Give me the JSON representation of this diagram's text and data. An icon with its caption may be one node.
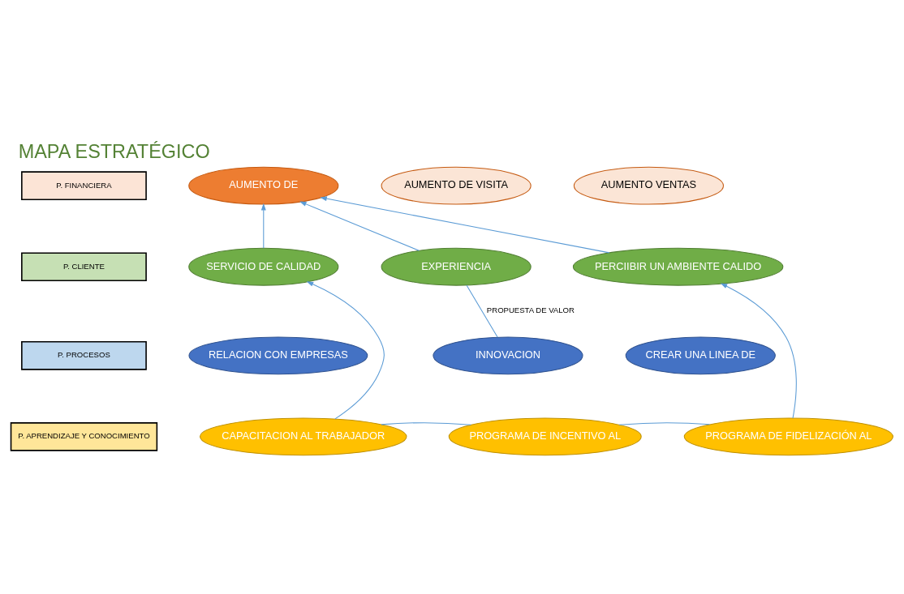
{
  "diagram": {
    "title": "MAPA ESTRATÉGICO",
    "nodes": [
      {
        "text": [
          "P. FINANCIERA"
        ]
      },
      {
        "text": [
          "AUMENTO DE"
        ]
      },
      {
        "text": [
          "AUMENTO DE VISITA"
        ]
      },
      {
        "text": [
          "AUMENTO VENTAS"
        ]
      },
      {
        "text": [
          "P. CLIENTE"
        ]
      },
      {
        "text": [
          "SERVICIO DE CALIDAD"
        ]
      },
      {
        "text": [
          "EXPERIENCIA"
        ]
      },
      {
        "text": [
          "PERCIIBIR UN AMBIENTE CALIDO"
        ]
      },
      {
        "text": [
          "P. PROCESOS"
        ]
      },
      {
        "text": [
          "RELACION CON EMPRESAS"
        ]
      },
      {
        "text": [
          "INNOVACION"
        ]
      },
      {
        "text": [
          "CREAR UNA LINEA DE"
        ]
      },
      {
        "text": [
          "P. APRENDIZAJE Y CONOCIMIENTO"
        ]
      },
      {
        "text": [
          "CAPACITACION AL TRABAJADOR"
        ]
      },
      {
        "text": [
          "PROGRAMA DE INCENTIVO AL"
        ]
      },
      {
        "text": [
          "PROGRAMA DE FIDELIZACIÓN AL"
        ]
      }
    ],
    "edges": [
      {
        "from": 5,
        "to": 1,
        "arrow": "to"
      },
      {
        "from": 6,
        "to": 1,
        "arrow": "to"
      },
      {
        "from": 7,
        "to": 1,
        "arrow": "to"
      },
      {
        "from": 10,
        "to": 6,
        "arrow": "none",
        "label": "PROPUESTA DE VALOR"
      },
      {
        "from": 13,
        "to": 5,
        "arrow": "to"
      },
      {
        "from": 15,
        "to": 7,
        "arrow": "to"
      },
      {
        "from": 13,
        "to": 14,
        "arrow": "none"
      },
      {
        "from": 14,
        "to": 15,
        "arrow": "none"
      }
    ]
  }
}
